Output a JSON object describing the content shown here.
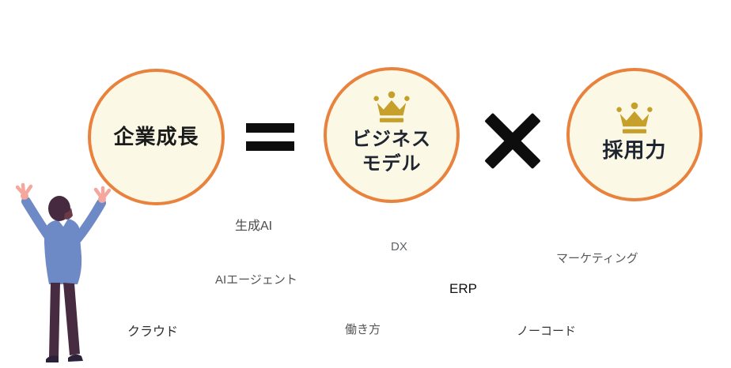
{
  "diagram": {
    "title_concept": "企業成長 = ビジネスモデル × 採用力",
    "growth_circle": {
      "label": "企業成長"
    },
    "operators": {
      "equals": "=",
      "multiply": "×"
    },
    "business_model_circle": {
      "label_line1": "ビジネス",
      "label_line2": "モデル",
      "icon": "crown-icon"
    },
    "recruiting_circle": {
      "label": "採用力",
      "icon": "crown-icon"
    }
  },
  "keywords": [
    {
      "label": "生成AI"
    },
    {
      "label": "DX"
    },
    {
      "label": "マーケティング"
    },
    {
      "label": "AIエージェント"
    },
    {
      "label": "ERP"
    },
    {
      "label": "クラウド"
    },
    {
      "label": "働き方"
    },
    {
      "label": "ノーコード"
    }
  ],
  "illustration": {
    "name": "man-celebrating-back-view"
  },
  "colors": {
    "circle_border_orange": "#E8823D",
    "circle_fill_cream": "#FBF9E6",
    "crown_gold": "#C7A02B",
    "operator_black": "#0D0D0D",
    "jacket_blue": "#6D89C6",
    "pants_maroon": "#472B40",
    "skin_pink": "#F5A79E",
    "hair_dark": "#462B40",
    "background": "#FFFFFF"
  }
}
